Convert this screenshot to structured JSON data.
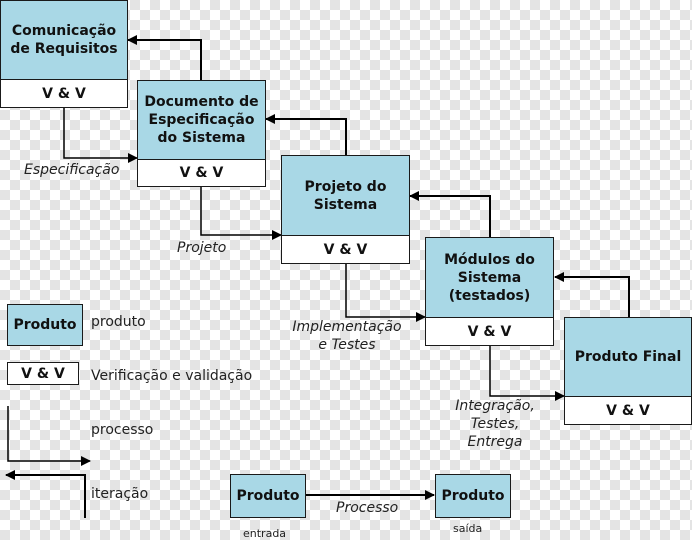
{
  "stages": [
    {
      "title": "Comunicação de Requisitos",
      "vv": "V & V"
    },
    {
      "title": "Documento de Especificação do Sistema",
      "vv": "V & V"
    },
    {
      "title": "Projeto do Sistema",
      "vv": "V & V"
    },
    {
      "title": "Módulos do Sistema (testados)",
      "vv": "V & V"
    },
    {
      "title": "Produto Final",
      "vv": "V & V"
    }
  ],
  "transitions": [
    "Especificação",
    "Projeto",
    "Implementação e Testes",
    "Integração, Testes, Entrega"
  ],
  "legend": {
    "product_box": "Produto",
    "product_text": "produto",
    "vv_box": "V & V",
    "vv_text": "Verificação e validação",
    "process_text": "processo",
    "iteration_text": "iteração"
  },
  "example": {
    "input": "Produto",
    "input_caption": "entrada",
    "process": "Processo",
    "output": "Produto",
    "output_caption": "saída"
  },
  "colors": {
    "box_fill": "#a9d8e6",
    "line": "#000000"
  }
}
